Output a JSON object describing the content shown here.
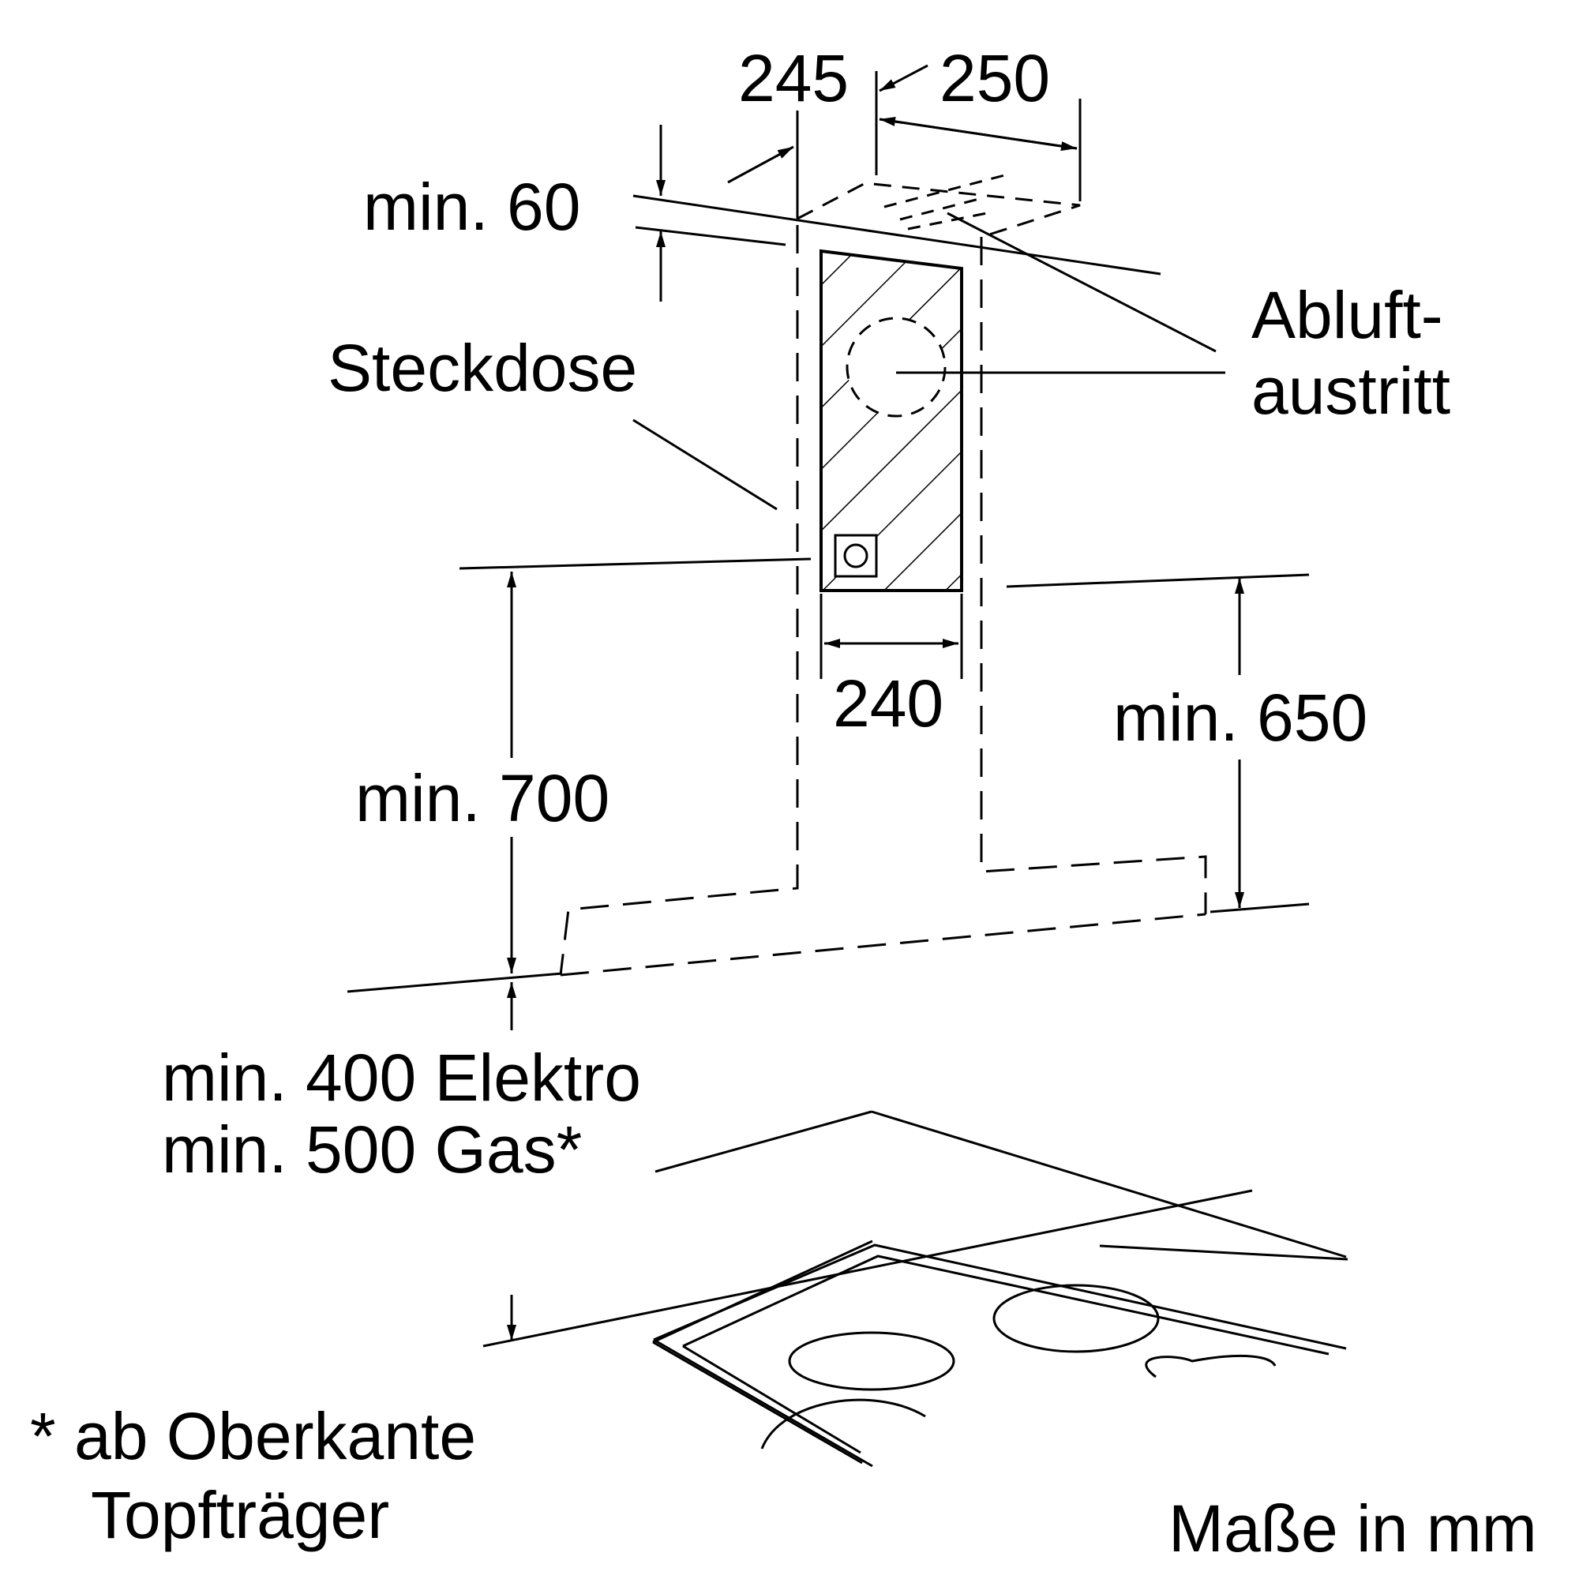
{
  "labels": {
    "dim_245": "245",
    "dim_250": "250",
    "min_60": "min. 60",
    "steckdose": "Steckdose",
    "abluft_line1": "Abluft-",
    "abluft_line2": "austritt",
    "dim_240": "240",
    "min_650": "min. 650",
    "min_700": "min. 700",
    "elektro": "min. 400 Elektro",
    "gas": "min. 500 Gas*",
    "footnote_line1": "* ab Oberkante",
    "footnote_line2": "Topfträger",
    "units": "Maße in mm"
  },
  "colors": {
    "stroke": "#000000",
    "background": "#ffffff"
  }
}
